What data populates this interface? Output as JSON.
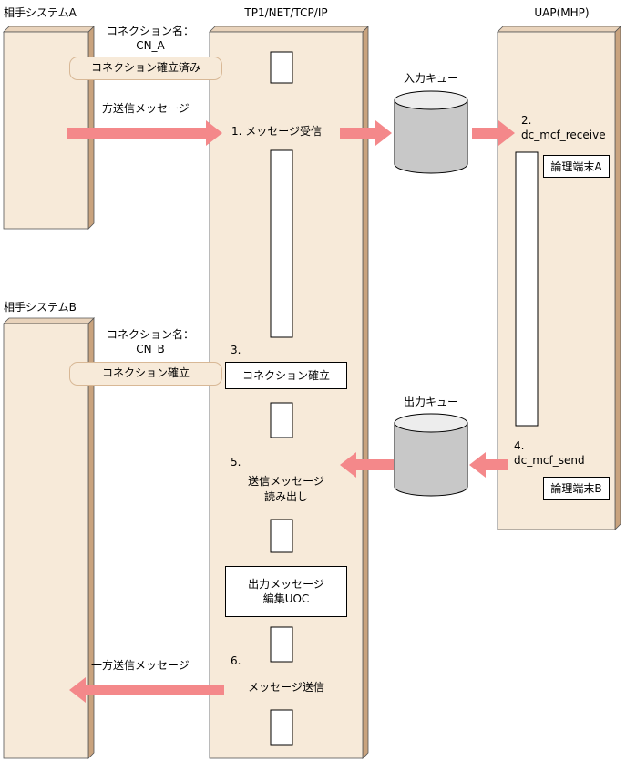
{
  "lanes": {
    "system_a": "相手システムA",
    "tp1": "TP1/NET/TCP/IP",
    "uap": "UAP(MHP)",
    "system_b": "相手システムB"
  },
  "connection_a": {
    "label_line1": "コネクション名：",
    "label_line2": "CN_A",
    "status": "コネクション確立済み"
  },
  "connection_b": {
    "label_line1": "コネクション名：",
    "label_line2": "CN_B",
    "status": "コネクション確立"
  },
  "queues": {
    "input": "入力キュー",
    "output": "出力キュー"
  },
  "messages": {
    "oneway_in": "一方送信メッセージ",
    "oneway_out": "一方送信メッセージ"
  },
  "steps": {
    "s1": "1. メッセージ受信",
    "s2_num": "2.",
    "s2_func": "dc_mcf_receive",
    "s3_num": "3.",
    "s3_box": "コネクション確立",
    "s4_num": "4.",
    "s4_func": "dc_mcf_send",
    "s5_num": "5.",
    "s5_line1": "送信メッセージ",
    "s5_line2": "読み出し",
    "uoc_line1": "出力メッセージ",
    "uoc_line2": "編集UOC",
    "s6_num": "6.",
    "s6_label": "メッセージ送信"
  },
  "terminals": {
    "a": "論理端末A",
    "b": "論理端末B"
  },
  "colors": {
    "lane_fill": "#f7ead9",
    "lane_side": "#c9a37e",
    "arrow": "#f4888a",
    "cylinder": "#c8c8c8"
  }
}
